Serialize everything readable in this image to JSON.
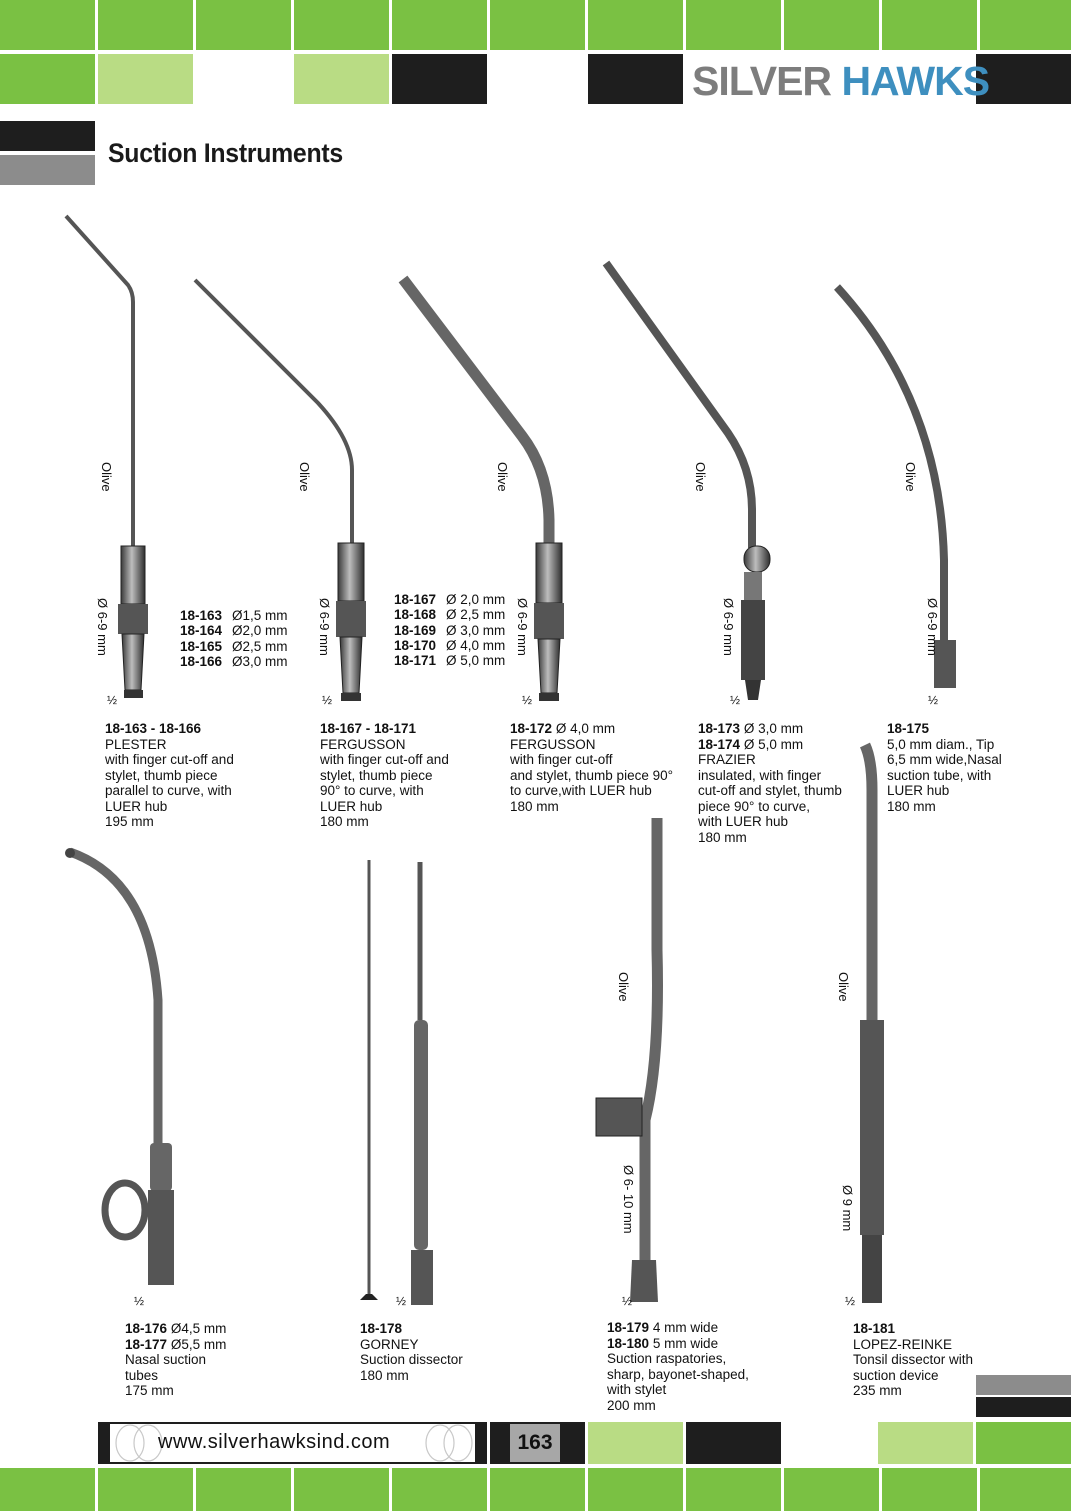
{
  "brand": {
    "part1": "SILVER",
    "part2": "HAWKS"
  },
  "page_title": "Suction Instruments",
  "labels": {
    "olive": "Olive",
    "half": "½",
    "diam_6_9": "Ø 6-9 mm",
    "diam_6_10": "Ø 6- 10 mm",
    "diam_9": "Ø 9 mm"
  },
  "plester": {
    "codes": [
      {
        "code": "18-163",
        "size": "Ø1,5 mm"
      },
      {
        "code": "18-164",
        "size": "Ø2,0 mm"
      },
      {
        "code": "18-165",
        "size": "Ø2,5 mm"
      },
      {
        "code": "18-166",
        "size": "Ø3,0 mm"
      }
    ],
    "caption_code": "18-163 - 18-166",
    "name": "PLESTER",
    "desc": [
      "with finger cut-off and",
      "stylet, thumb piece",
      "parallel to curve, with",
      "LUER hub"
    ],
    "length": "195 mm"
  },
  "fergusson1": {
    "codes": [
      {
        "code": "18-167",
        "size": "Ø 2,0 mm"
      },
      {
        "code": "18-168",
        "size": "Ø 2,5 mm"
      },
      {
        "code": "18-169",
        "size": "Ø 3,0 mm"
      },
      {
        "code": "18-170",
        "size": "Ø 4,0 mm"
      },
      {
        "code": "18-171",
        "size": "Ø 5,0 mm"
      }
    ],
    "caption_code": "18-167 - 18-171",
    "name": "FERGUSSON",
    "desc": [
      "with finger cut-off and",
      "stylet, thumb piece",
      "90° to curve, with",
      "LUER hub"
    ],
    "length": "180 mm"
  },
  "fergusson2": {
    "code": "18-172",
    "size": "Ø 4,0 mm",
    "name": "FERGUSSON",
    "desc": [
      "with finger cut-off",
      "and stylet, thumb piece 90°",
      "to curve,with LUER hub"
    ],
    "length": "180 mm"
  },
  "frazier": {
    "codes": [
      {
        "code": "18-173",
        "size": "Ø 3,0 mm"
      },
      {
        "code": "18-174",
        "size": "Ø 5,0 mm"
      }
    ],
    "name": "FRAZIER",
    "desc": [
      "insulated, with finger",
      "cut-off and stylet, thumb",
      "piece 90° to curve,",
      "with LUER hub"
    ],
    "length": "180 mm"
  },
  "nasal175": {
    "code": "18-175",
    "desc": [
      "5,0 mm diam., Tip",
      "6,5 mm wide,Nasal",
      "suction tube, with",
      "LUER hub"
    ],
    "length": "180 mm"
  },
  "nasal176": {
    "codes": [
      {
        "code": "18-176",
        "size": "Ø4,5 mm"
      },
      {
        "code": "18-177",
        "size": "Ø5,5 mm"
      }
    ],
    "desc": [
      "Nasal suction",
      "tubes"
    ],
    "length": "175 mm"
  },
  "gorney": {
    "code": "18-178",
    "name": "GORNEY",
    "desc": [
      "Suction dissector"
    ],
    "length": "180 mm"
  },
  "raspatory": {
    "codes": [
      {
        "code": "18-179",
        "size": "4 mm wide"
      },
      {
        "code": "18-180",
        "size": "5 mm wide"
      }
    ],
    "desc": [
      "Suction raspatories,",
      "sharp, bayonet-shaped,",
      "with stylet"
    ],
    "length": "200 mm"
  },
  "lopez": {
    "code": "18-181",
    "name": "LOPEZ-REINKE",
    "desc": [
      "Tonsil dissector with",
      "suction device"
    ],
    "length": "235 mm"
  },
  "footer": {
    "url": "www.silverhawksind.com",
    "page": "163"
  },
  "colors": {
    "green": "#7ac143",
    "light_green": "#b9dc84",
    "black": "#1e1e1e",
    "gray": "#8c8c8c",
    "logo_blue": "#3e8fbf",
    "logo_gray": "#7d7d7d"
  }
}
